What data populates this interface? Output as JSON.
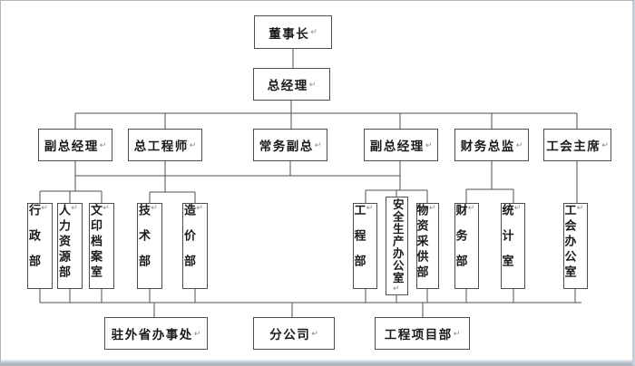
{
  "marks": {
    "pilcrow": "↵"
  },
  "org_chart": {
    "type": "org-tree",
    "level1": {
      "chairman": "董事长"
    },
    "level2": {
      "general_manager": "总经理"
    },
    "level3": [
      {
        "label": "副总经理"
      },
      {
        "label": "总工程师"
      },
      {
        "label": "常务副总"
      },
      {
        "label": "副总经理"
      },
      {
        "label": "财务总监"
      },
      {
        "label": "工会主席"
      }
    ],
    "departments": [
      {
        "label": "行政部"
      },
      {
        "label": "人力资源部"
      },
      {
        "label": "文印档案室"
      },
      {
        "label": "技术部"
      },
      {
        "label": "造价部"
      },
      {
        "label": "工程部"
      },
      {
        "label": "安全生产办公室"
      },
      {
        "label": "物资采供部"
      },
      {
        "label": "财务部"
      },
      {
        "label": "统计室"
      },
      {
        "label": "工会办公室"
      }
    ],
    "level5": [
      {
        "label": "驻外省办事处"
      },
      {
        "label": "分公司"
      },
      {
        "label": "工程项目部"
      }
    ]
  }
}
